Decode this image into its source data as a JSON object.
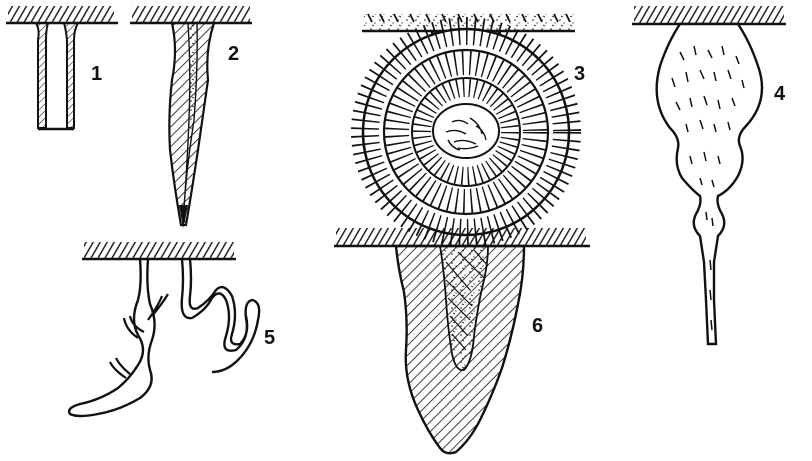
{
  "figures": [
    {
      "id": "fig-1",
      "label": "1"
    },
    {
      "id": "fig-2",
      "label": "2"
    },
    {
      "id": "fig-3",
      "label": "3"
    },
    {
      "id": "fig-4",
      "label": "4"
    },
    {
      "id": "fig-5",
      "label": "5"
    },
    {
      "id": "fig-6",
      "label": "6"
    }
  ],
  "colors": {
    "ink": "#111111",
    "paper": "#ffffff"
  }
}
